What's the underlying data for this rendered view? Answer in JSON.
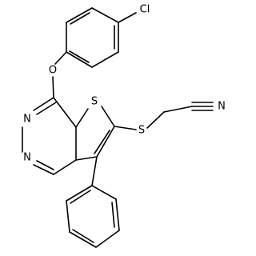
{
  "atoms": {
    "cl": "Cl",
    "o": "O",
    "n_upper": "N",
    "n_lower": "N",
    "s_ring": "S",
    "s_chain": "S",
    "n_nitrile": "N"
  }
}
